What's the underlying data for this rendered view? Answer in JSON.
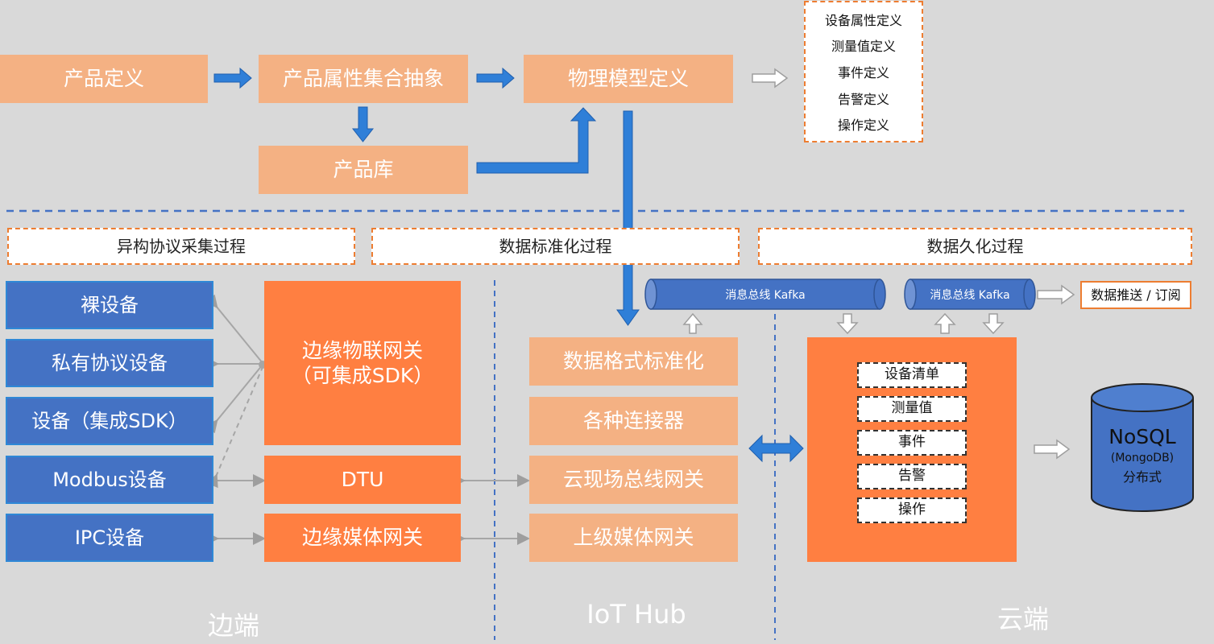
{
  "colors": {
    "background": "#d9d9d9",
    "peach": "#f4b183",
    "orange": "#ff7f41",
    "blue": "#4472c4",
    "arrow_blue": "#2f7fd8",
    "dashed_border": "#ed7d31"
  },
  "top_flow": {
    "product_def": "产品定义",
    "attr_abstract": "产品属性集合抽象",
    "physical_model": "物理模型定义",
    "product_lib": "产品库"
  },
  "definitions": [
    "设备属性定义",
    "测量值定义",
    "事件定义",
    "告警定义",
    "操作定义"
  ],
  "phases": {
    "collect": "异构协议采集过程",
    "standardize": "数据标准化过程",
    "persist": "数据久化过程"
  },
  "edge": {
    "devices": [
      "裸设备",
      "私有协议设备",
      "设备（集成SDK）",
      "Modbus设备",
      "IPC设备"
    ],
    "gateway_line1": "边缘物联网关",
    "gateway_line2": "（可集成SDK）",
    "dtu": "DTU",
    "media_gateway": "边缘媒体网关",
    "label": "边端"
  },
  "hub": {
    "format_std": "数据格式标准化",
    "connectors": "各种连接器",
    "bus_gateway": "云现场总线网关",
    "upper_media": "上级媒体网关",
    "label": "IoT Hub"
  },
  "kafka": {
    "bus1": "消息总线 Kafka",
    "bus2": "消息总线 Kafka",
    "push": "数据推送 / 订阅"
  },
  "cloud": {
    "items": [
      "设备清单",
      "测量值",
      "事件",
      "告警",
      "操作"
    ],
    "label": "云端"
  },
  "nosql": {
    "title": "NoSQL",
    "sub": "(MongoDB)",
    "sub2": "分布式"
  }
}
